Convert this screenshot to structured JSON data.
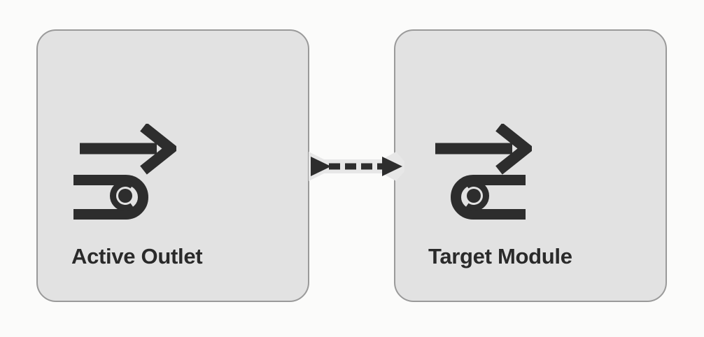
{
  "app": {
    "type": "flow-diagram",
    "background_color": "#fbfbfa"
  },
  "diagram": {
    "nodes": [
      {
        "id": "active-outlet",
        "label": "Active Outlet",
        "icon": "roll-feed-arrow-right-icon",
        "fill": "#e2e2e2",
        "border_color": "#9a9a9a",
        "text_color": "#2a2a2a"
      },
      {
        "id": "target-module",
        "label": "Target Module",
        "icon": "roll-feed-arrow-right-mirrored-icon",
        "fill": "#e2e2e2",
        "border_color": "#9a9a9a",
        "text_color": "#2a2a2a"
      }
    ],
    "connector": {
      "from": "Active Outlet",
      "to": "Target Module",
      "line_style": "dashed",
      "arrowheads": "triangles-at-both-ends-pointing-right",
      "color": "#2d2d2d",
      "halo_color": "#e7e7e7"
    }
  }
}
